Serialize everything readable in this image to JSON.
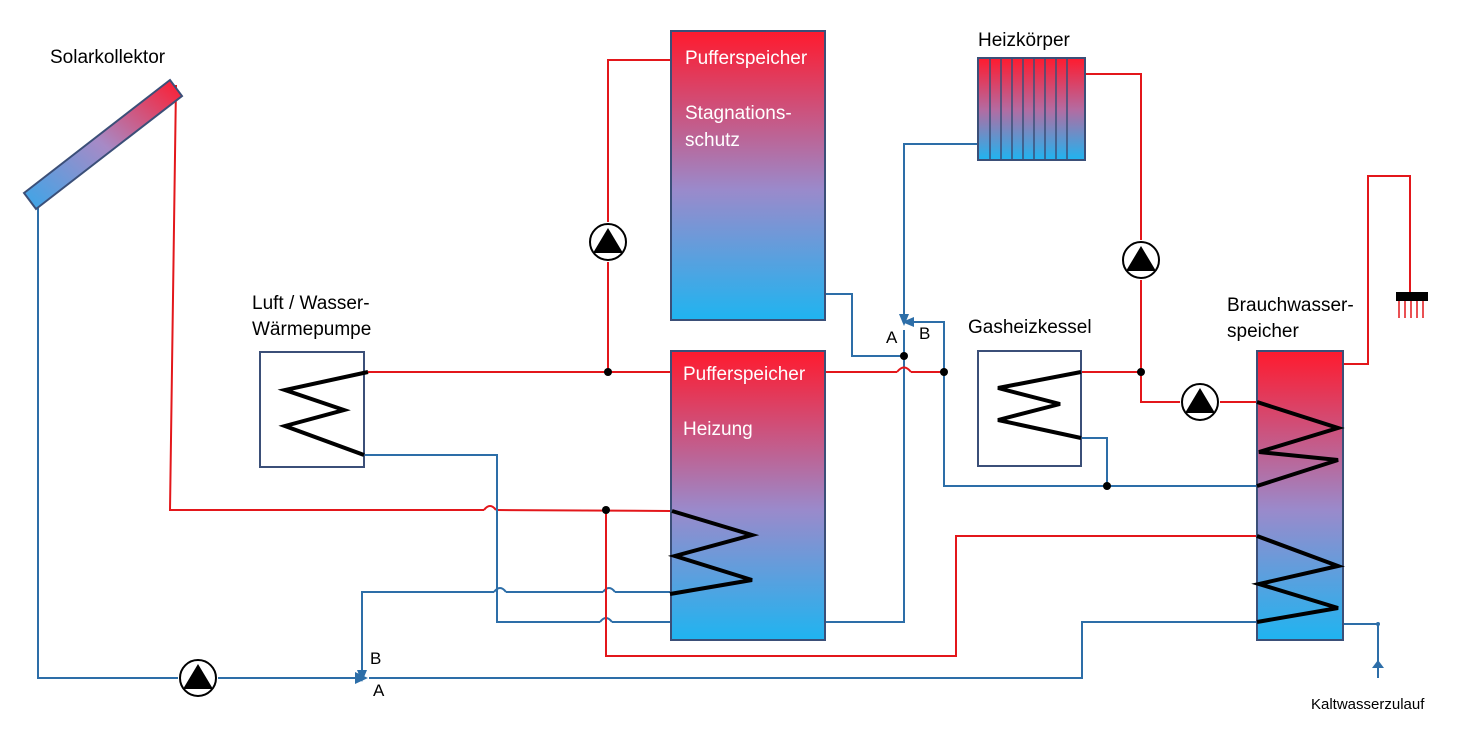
{
  "labels": {
    "solar": "Solarkollektor",
    "heatpump_1": "Luft / Wasser-",
    "heatpump_2": "Wärmepumpe",
    "buffer_top_1": "Pufferspeicher",
    "buffer_top_2": "Stagnations-",
    "buffer_top_3": "schutz",
    "buffer_heat_1": "Pufferspeicher",
    "buffer_heat_2": "Heizung",
    "radiator": "Heizkörper",
    "gas": "Gasheizkessel",
    "hotwater_1": "Brauchwasser-",
    "hotwater_2": "speicher",
    "coldwater": "Kaltwasserzulauf",
    "valve1_a": "A",
    "valve1_b": "B",
    "valve2_a": "A",
    "valve2_b": "B"
  },
  "colors": {
    "hot": "#e3171b",
    "cold": "#2d6ea8",
    "tank_top": "#ff1a2e",
    "tank_bottom": "#1fb4f0"
  },
  "icons": [
    "pump-icon",
    "valve-icon",
    "shower-icon",
    "coil-icon"
  ]
}
